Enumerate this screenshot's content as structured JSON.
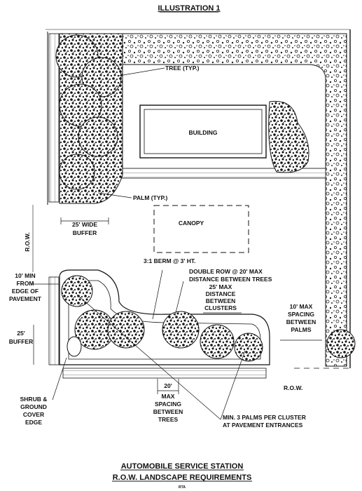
{
  "header": {
    "title": "ILLUSTRATION 1"
  },
  "labels": {
    "tree": "TREE (TYP.)",
    "building": "BUILDING",
    "palm": "PALM (TYP.)",
    "canopy": "CANOPY",
    "row_left": "R.O.W.",
    "buffer_25_wide_1": "25' WIDE",
    "buffer_25_wide_2": "BUFFER",
    "berm": "3:1 BERM @ 3' HT.",
    "double_row_1": "DOUBLE ROW @ 20' MAX",
    "double_row_2": "DISTANCE BETWEEN TREES",
    "clusters_1": "25' MAX",
    "clusters_2": "DISTANCE",
    "clusters_3": "BETWEEN",
    "clusters_4": "CLUSTERS",
    "min10_1": "10' MIN",
    "min10_2": "FROM",
    "min10_3": "EDGE OF",
    "min10_4": "PAVEMENT",
    "spacing_palms_1": "10' MAX",
    "spacing_palms_2": "SPACING",
    "spacing_palms_3": "BETWEEN",
    "spacing_palms_4": "PALMS",
    "buffer25_1": "25'",
    "buffer25_2": "BUFFER",
    "row_bottom": "R.O.W.",
    "shrub_1": "SHRUB &",
    "shrub_2": "GROUND",
    "shrub_3": "COVER",
    "shrub_4": "EDGE",
    "dim20": "20'",
    "max_spacing_1": "MAX",
    "max_spacing_2": "SPACING",
    "max_spacing_3": "BETWEEN",
    "max_spacing_4": "TREES",
    "palms_cluster_1": "MIN. 3 PALMS PER CLUSTER",
    "palms_cluster_2": "AT PAVEMENT ENTRANCES"
  },
  "footer": {
    "title_1": "AUTOMOBILE SERVICE STATION",
    "title_2": "R.O.W. LANDSCAPE REQUIREMENTS",
    "mark": "RTA"
  }
}
